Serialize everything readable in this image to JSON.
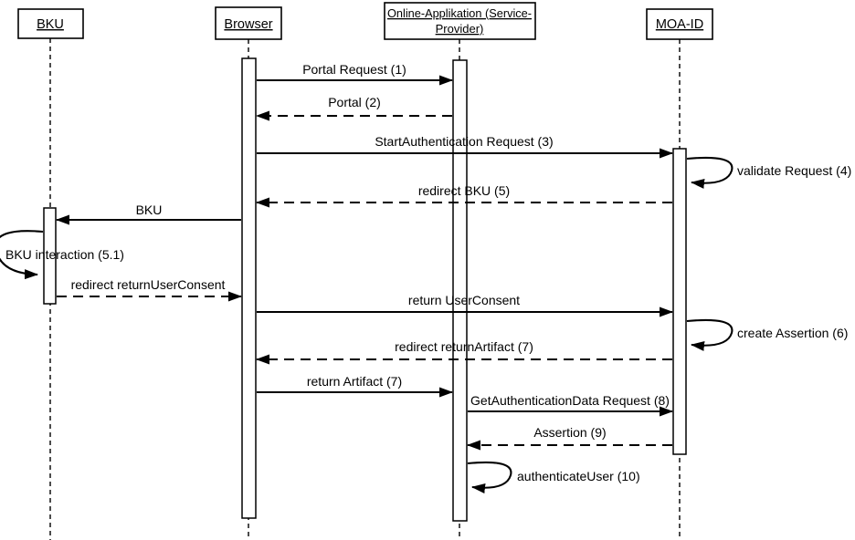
{
  "diagram": {
    "type": "uml-sequence",
    "background_color": "#ffffff",
    "line_color": "#000000",
    "actors": {
      "bku": {
        "label": "BKU"
      },
      "browser": {
        "label": "Browser"
      },
      "oa": {
        "label": "Online-Applikation (Service-Provider)",
        "line1": "Online-Applikation (Service-",
        "line2": "Provider)"
      },
      "moaid": {
        "label": "MOA-ID"
      }
    },
    "messages": {
      "m1": {
        "label": "Portal Request (1)",
        "from": "Browser",
        "to": "Online-Applikation (Service-Provider)",
        "style": "solid"
      },
      "m2": {
        "label": "Portal (2)",
        "from": "Online-Applikation (Service-Provider)",
        "to": "Browser",
        "style": "dashed"
      },
      "m3": {
        "label": "StartAuthentication Request (3)",
        "from": "Browser",
        "to": "MOA-ID",
        "style": "solid"
      },
      "m4": {
        "label": "validate Request (4)",
        "from": "MOA-ID",
        "to": "MOA-ID",
        "style": "self"
      },
      "m5": {
        "label": "redirect BKU (5)",
        "from": "MOA-ID",
        "to": "Browser",
        "style": "dashed"
      },
      "m6": {
        "label": "BKU",
        "from": "Browser",
        "to": "BKU",
        "style": "solid"
      },
      "m7": {
        "label": "BKU interaction (5.1)",
        "from": "BKU",
        "to": "BKU",
        "style": "self"
      },
      "m8": {
        "label": "redirect returnUserConsent",
        "from": "BKU",
        "to": "Browser",
        "style": "dashed"
      },
      "m9": {
        "label": "return UserConsent",
        "from": "Browser",
        "to": "MOA-ID",
        "style": "solid"
      },
      "m10": {
        "label": "create Assertion (6)",
        "from": "MOA-ID",
        "to": "MOA-ID",
        "style": "self"
      },
      "m11": {
        "label": "redirect returnArtifact (7)",
        "from": "MOA-ID",
        "to": "Browser",
        "style": "dashed"
      },
      "m12": {
        "label": "return Artifact (7)",
        "from": "Browser",
        "to": "Online-Applikation (Service-Provider)",
        "style": "solid"
      },
      "m13": {
        "label": "GetAuthenticationData Request (8)",
        "from": "Online-Applikation (Service-Provider)",
        "to": "MOA-ID",
        "style": "solid"
      },
      "m14": {
        "label": "Assertion (9)",
        "from": "MOA-ID",
        "to": "Online-Applikation (Service-Provider)",
        "style": "dashed"
      },
      "m15": {
        "label": "authenticateUser (10)",
        "from": "Online-Applikation (Service-Provider)",
        "to": "Online-Applikation (Service-Provider)",
        "style": "self"
      }
    }
  }
}
